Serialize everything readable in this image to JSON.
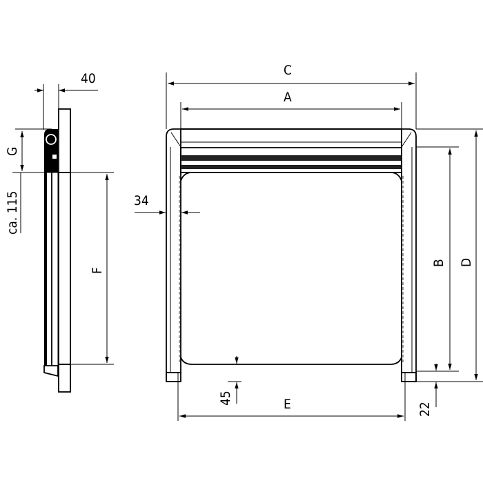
{
  "labels": {
    "depth": "40",
    "g": "G",
    "ca115": "ca. 115",
    "f": "F",
    "c": "C",
    "a": "A",
    "side34": "34",
    "b": "B",
    "d": "D",
    "bottom45": "45",
    "e": "E",
    "bottom22": "22"
  },
  "colors": {
    "line": "#000000",
    "background": "#ffffff"
  }
}
